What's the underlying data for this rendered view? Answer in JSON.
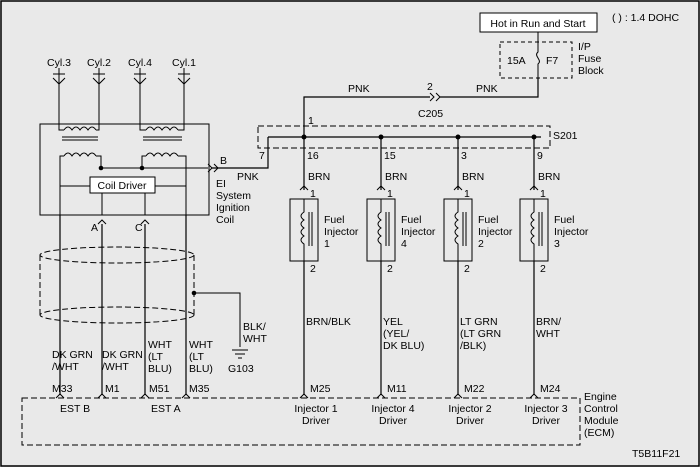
{
  "corner_note": "( ) : 1.4 DOHC",
  "figure_code": "T5B11F21",
  "power_source": {
    "label": "Hot in Run and Start",
    "fuse_rating": "15A",
    "fuse_id": "F7",
    "fuse_block_label": [
      "I/P",
      "Fuse",
      "Block"
    ]
  },
  "connector_c205": {
    "name": "C205",
    "pin_left": "1",
    "pin_right": "2"
  },
  "splice_s201": {
    "name": "S201"
  },
  "wire_colors": {
    "pnk": "PNK",
    "brn": "BRN"
  },
  "ignition_coil": {
    "cylinders": [
      "Cyl.3",
      "Cyl.2",
      "Cyl.4",
      "Cyl.1"
    ],
    "driver_label": "Coil Driver",
    "terminal_b": "B",
    "terminal_a": "A",
    "terminal_c": "C",
    "label_lines": [
      "EI",
      "System",
      "Ignition",
      "Coil"
    ]
  },
  "coil_pin_7": "7",
  "ground": {
    "wire": [
      "BLK/",
      "WHT"
    ],
    "id": "G103"
  },
  "injectors": [
    {
      "splice_pin": "16",
      "top_pin": "1",
      "bottom_pin": "2",
      "name_lines": [
        "Fuel",
        "Injector",
        "1"
      ],
      "wire_lines": [
        "BRN/BLK"
      ],
      "ecm_pin": "M25",
      "driver_lines": [
        "Injector 1",
        "Driver"
      ]
    },
    {
      "splice_pin": "15",
      "top_pin": "1",
      "bottom_pin": "2",
      "name_lines": [
        "Fuel",
        "Injector",
        "4"
      ],
      "wire_lines": [
        "YEL",
        "(YEL/",
        "DK BLU)"
      ],
      "ecm_pin": "M11",
      "driver_lines": [
        "Injector 4",
        "Driver"
      ]
    },
    {
      "splice_pin": "3",
      "top_pin": "1",
      "bottom_pin": "2",
      "name_lines": [
        "Fuel",
        "Injector",
        "2"
      ],
      "wire_lines": [
        "LT GRN",
        "(LT GRN",
        "/BLK)"
      ],
      "ecm_pin": "M22",
      "driver_lines": [
        "Injector 2",
        "Driver"
      ]
    },
    {
      "splice_pin": "9",
      "top_pin": "1",
      "bottom_pin": "2",
      "name_lines": [
        "Fuel",
        "Injector",
        "3"
      ],
      "wire_lines": [
        "BRN/",
        "WHT"
      ],
      "ecm_pin": "M24",
      "driver_lines": [
        "Injector 3",
        "Driver"
      ]
    }
  ],
  "coil_wires": [
    {
      "wire_lines": [
        "DK GRN",
        "/WHT"
      ],
      "ecm_pin": "M33"
    },
    {
      "wire_lines": [
        "DK GRN",
        "/WHT"
      ],
      "ecm_pin": "M1"
    },
    {
      "wire_lines": [
        "WHT",
        "(LT",
        "BLU)"
      ],
      "ecm_pin": "M51"
    },
    {
      "wire_lines": [
        "WHT",
        "(LT",
        "BLU)"
      ],
      "ecm_pin": "M35"
    }
  ],
  "est_labels": {
    "b": "EST B",
    "a": "EST A"
  },
  "ecm": {
    "label_lines": [
      "Engine",
      "Control",
      "Module",
      "(ECM)"
    ]
  }
}
